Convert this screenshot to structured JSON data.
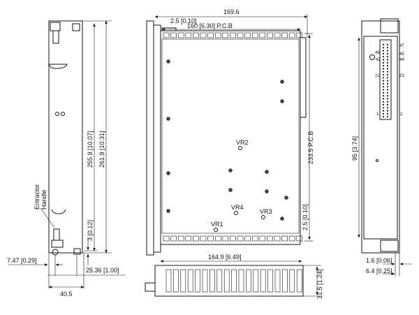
{
  "left_view": {
    "dim_inner_height": "255.9 [10.07]",
    "dim_outer_height": "261.9 [10.31]",
    "dim_offset": "3 [0.12]",
    "dim_handle_offset": "7.47 [0.29]",
    "dim_hole_spacing": "25.36 [1.00]",
    "dim_width": "40.5",
    "label_line1": "Entractor",
    "label_line2": "Handle"
  },
  "front_view": {
    "dim_total_length": "169.6",
    "dim_edge": "2.5 [0.10]",
    "dim_pcb_length": "160 [6.30] P.C.B",
    "dim_pcb_height": "233.5 P.C.B",
    "dim_bottom_edge": "2.5 [0.10]",
    "labels": [
      "VR2",
      "VR4",
      "VR3",
      "VR1"
    ]
  },
  "bottom_view": {
    "dim_length": "164.9 [6.49]",
    "dim_height": "31.5 [1.24]"
  },
  "right_view": {
    "dim_height": "95 [3.74]",
    "dim_thickness": "1.6 [0.06]",
    "dim_offset": "6.4 [0.25]",
    "pin_labels": [
      "47",
      "46",
      "45",
      "42",
      "44",
      "21",
      "23",
      "1",
      "2"
    ]
  }
}
